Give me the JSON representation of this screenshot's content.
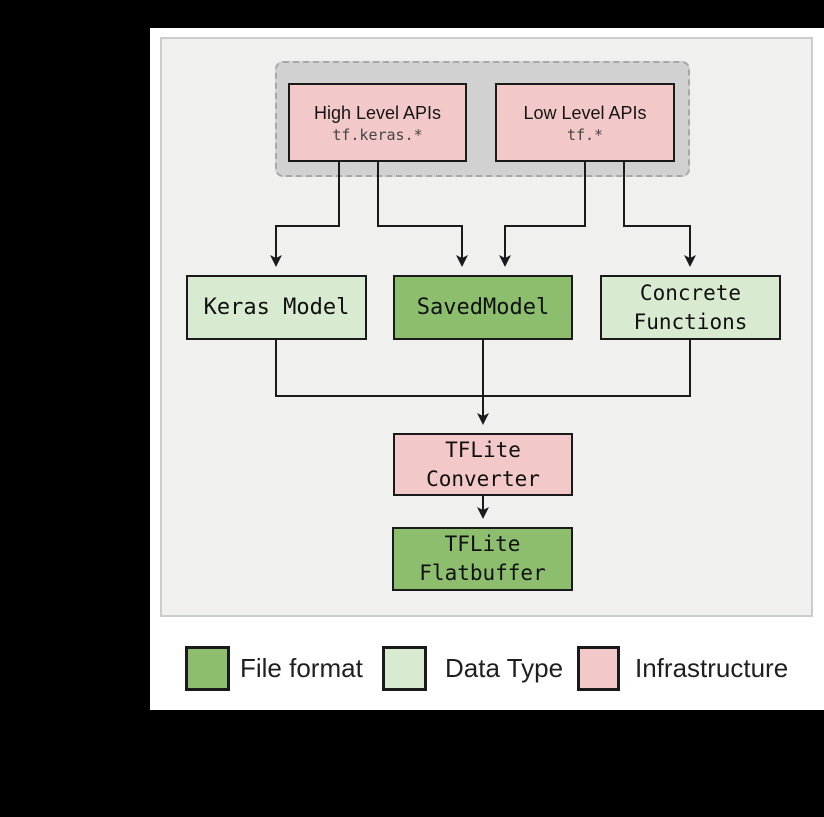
{
  "figure": {
    "apis": {
      "high": {
        "title": "High Level APIs",
        "subtitle": "tf.keras.*"
      },
      "low": {
        "title": "Low Level APIs",
        "subtitle": "tf.*"
      }
    },
    "nodes": {
      "keras_model": {
        "label": "Keras Model"
      },
      "saved_model": {
        "label": "SavedModel"
      },
      "concrete_functions": {
        "line1": "Concrete",
        "line2": "Functions"
      },
      "tflite_converter": {
        "line1": "TFLite",
        "line2": "Converter"
      },
      "tflite_flatbuffer": {
        "line1": "TFLite",
        "line2": "Flatbuffer"
      }
    },
    "legend": [
      {
        "label": "File format",
        "color": "#8cbe6e"
      },
      {
        "label": "Data Type",
        "color": "#d8ead0"
      },
      {
        "label": "Infrastructure",
        "color": "#f3c8c8"
      }
    ],
    "colors": {
      "file_format": "#8cbe6e",
      "data_type": "#d8ead0",
      "infrastructure": "#f3c8c8",
      "api_group_bg": "#d1d1d1",
      "panel_bg": "#f0f0ef",
      "line": "#1a1a1a"
    }
  }
}
